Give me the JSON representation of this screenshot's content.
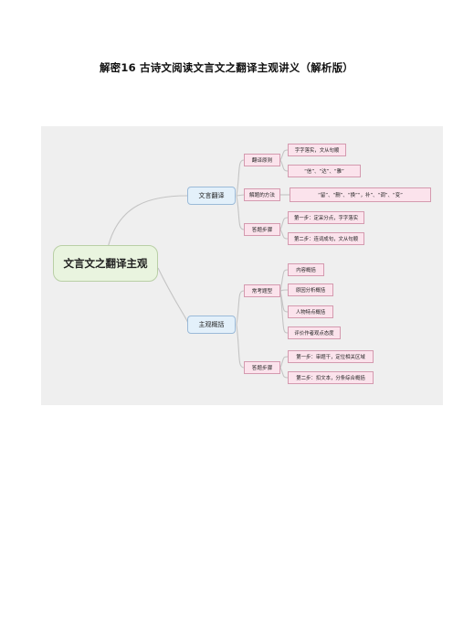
{
  "document": {
    "title": "解密16  古诗文阅读文言文之翻译主观讲义（解析版）"
  },
  "mindmap": {
    "root": "文言文之翻译主观",
    "branches": [
      {
        "label": "文言翻译",
        "children": [
          {
            "label": "翻译原则",
            "items": [
              "字字落实，文从句顺",
              "“信”、“达”、“雅”"
            ]
          },
          {
            "label": "解题的方法",
            "items": [
              "“留”、“删”、“换”“，补”、“调”、“变”"
            ]
          },
          {
            "label": "答题步骤",
            "items": [
              "第一步：定采分点，字字落实",
              "第二步：连词成句，文从句顺"
            ]
          }
        ]
      },
      {
        "label": "主观概括",
        "children": [
          {
            "label": "常考题型",
            "items": [
              "内容概括",
              "原因分析概括",
              "人物特点概括",
              "评价作者观点态度"
            ]
          },
          {
            "label": "答题步骤",
            "items": [
              "第一步：审题干，定位相关区域",
              "第二步：扣文本，分条综合概括"
            ]
          }
        ]
      }
    ]
  }
}
